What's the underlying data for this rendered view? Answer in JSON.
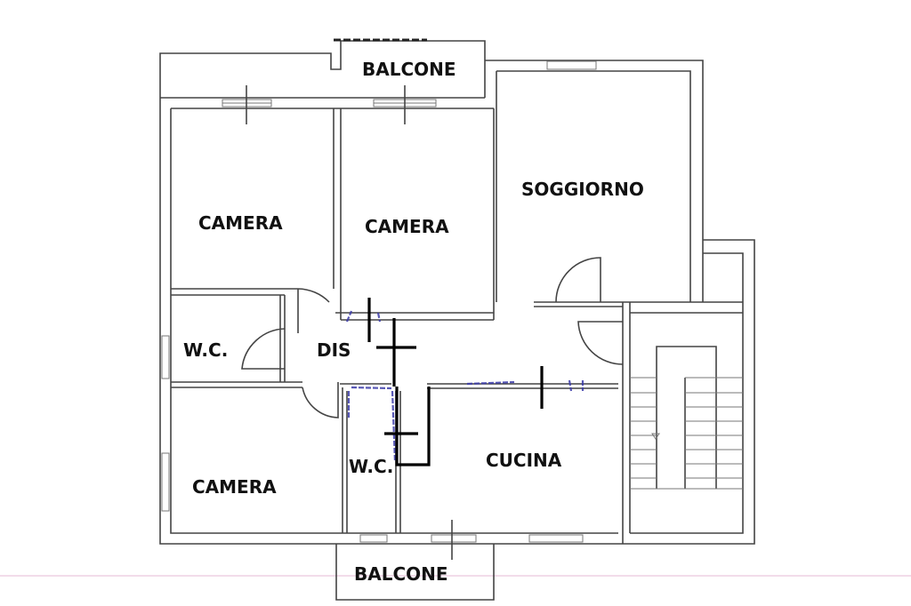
{
  "plan": {
    "rooms": [
      {
        "id": "balcone-top",
        "label": "BALCONE"
      },
      {
        "id": "camera-1",
        "label": "CAMERA"
      },
      {
        "id": "camera-2",
        "label": "CAMERA"
      },
      {
        "id": "soggiorno",
        "label": "SOGGIORNO"
      },
      {
        "id": "wc-1",
        "label": "W.C."
      },
      {
        "id": "dis",
        "label": "DIS"
      },
      {
        "id": "camera-3",
        "label": "CAMERA"
      },
      {
        "id": "wc-2",
        "label": "W.C."
      },
      {
        "id": "cucina",
        "label": "CUCINA"
      },
      {
        "id": "balcone-bottom",
        "label": "BALCONE"
      }
    ],
    "colors": {
      "walls": "#444444",
      "markup": "#000000",
      "annotation": "#3a3aa8",
      "guide": "#e0b0d0"
    }
  }
}
